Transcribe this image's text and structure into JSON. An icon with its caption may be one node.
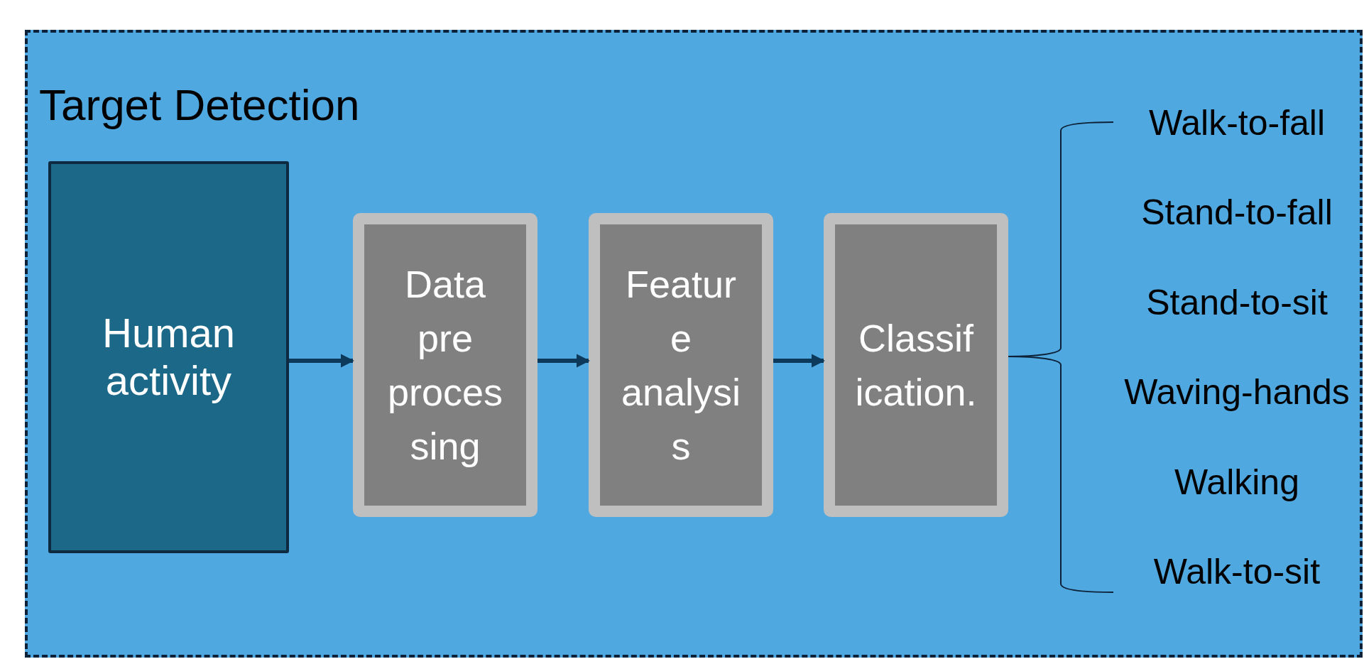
{
  "diagram": {
    "nodes": [
      {
        "text": [
          "Target Detection"
        ]
      },
      {
        "text": [
          "Human activity"
        ],
        "in": 0
      },
      {
        "text": [
          "Data pre proces sing"
        ],
        "in": 0
      },
      {
        "text": [
          "Featur e analysi s"
        ],
        "in": 0
      },
      {
        "text": [
          "Classif ication."
        ],
        "in": 0
      }
    ],
    "edges": [
      {
        "from": 1,
        "to": 2,
        "arrow": "to"
      },
      {
        "from": 2,
        "to": 3,
        "arrow": "to"
      },
      {
        "from": 3,
        "to": 4,
        "arrow": "to"
      }
    ],
    "labels": [
      "Walk-to-fall",
      "Stand-to-fall",
      "Stand-to-sit",
      "Waving-hands",
      "Walking",
      "Walk-to-sit"
    ]
  }
}
